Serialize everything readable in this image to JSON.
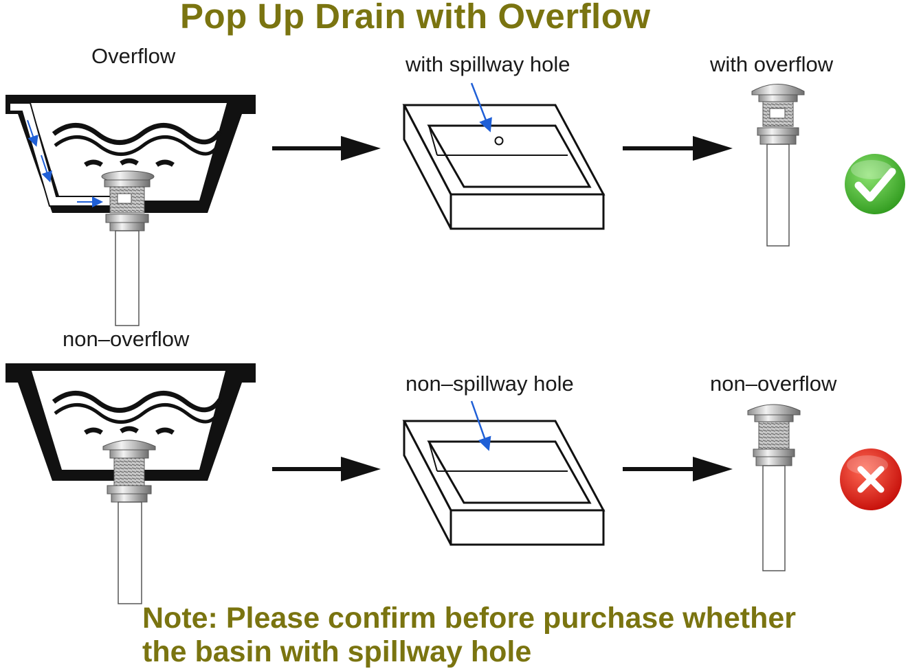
{
  "title": "Pop Up Drain with Overflow",
  "top_row": {
    "basin_label": "Overflow",
    "sink_label": "with spillway hole",
    "drain_label": "with overflow",
    "status_icon": "check-icon",
    "status_color": "#3db82b"
  },
  "bottom_row": {
    "basin_label": "non–overflow",
    "sink_label": "non–spillway hole",
    "drain_label": "non–overflow",
    "status_icon": "cross-icon",
    "status_color": "#e0150f"
  },
  "note": {
    "line1": "Note: Please confirm before purchase whether",
    "line2": "the basin with spillway hole"
  },
  "colors": {
    "title": "#7a7410",
    "arrow_blue": "#1f5fd6",
    "outline": "#111111"
  }
}
